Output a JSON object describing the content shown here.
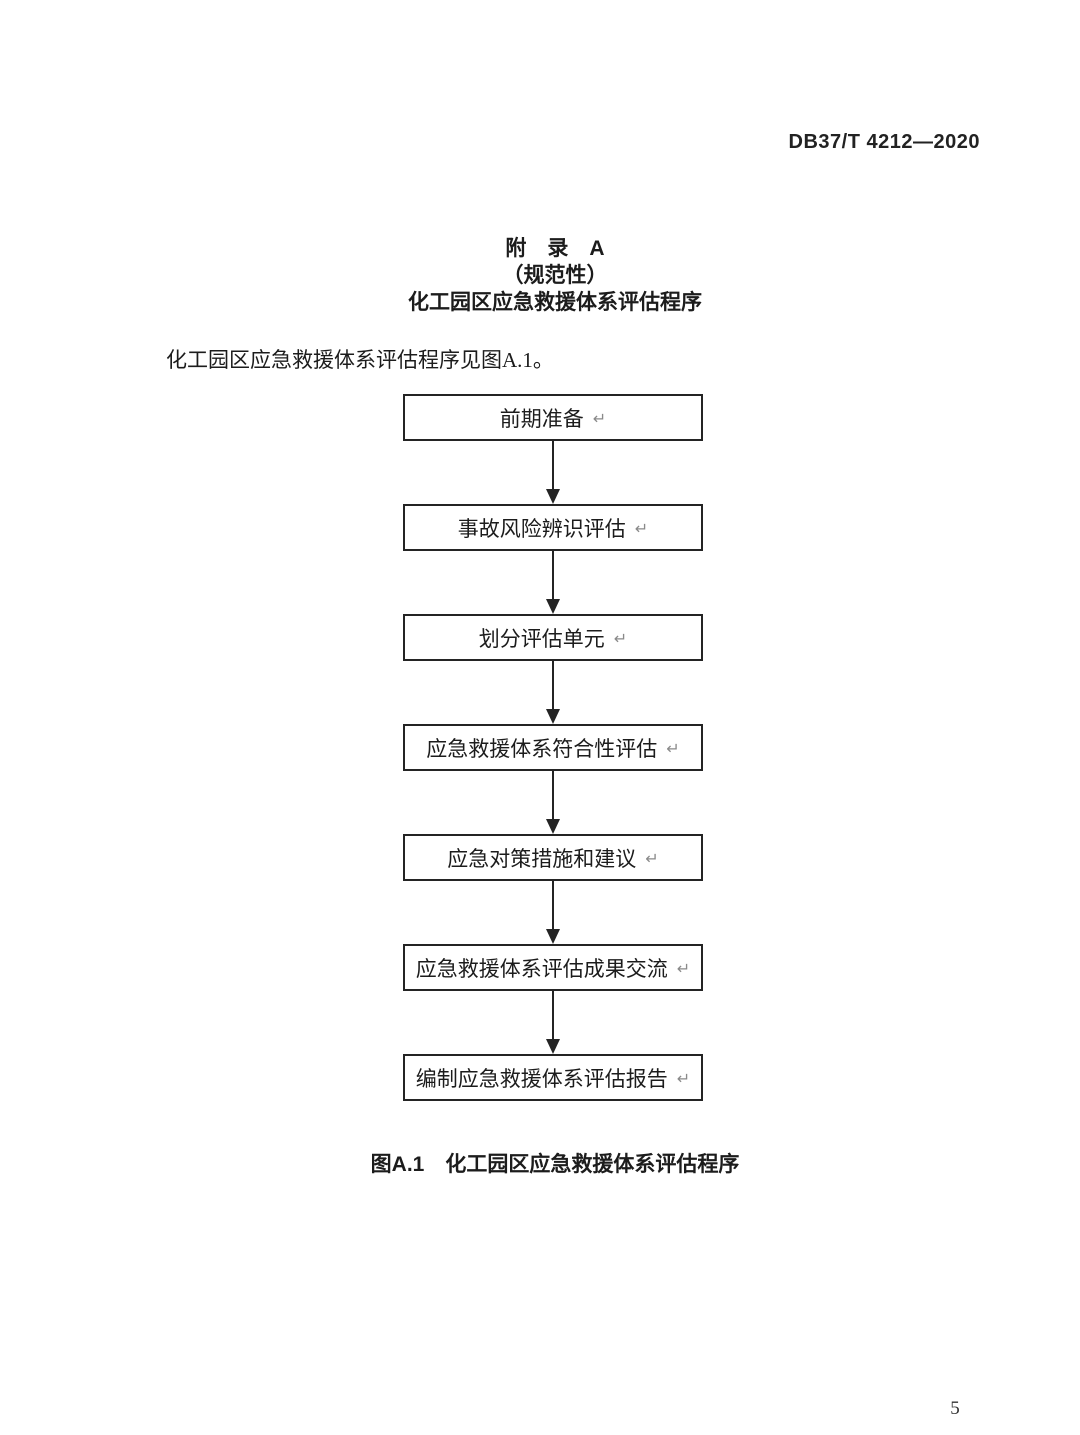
{
  "page": {
    "header": "DB37/T 4212—2020",
    "page_number": "5",
    "background": "#ffffff",
    "text_color": "#1c1c1c",
    "box_border_color": "#242424",
    "return_mark_color": "#8a8a8a"
  },
  "appendix": {
    "title_line1": "附　录　A",
    "title_line2": "（规范性）",
    "title_line3": "化工园区应急救援体系评估程序",
    "intro": "化工园区应急救援体系评估程序见图A.1。"
  },
  "flowchart": {
    "type": "vertical-flowchart",
    "return_mark": "↵",
    "steps": [
      "前期准备",
      "事故风险辨识评估",
      "划分评估单元",
      "应急救援体系符合性评估",
      "应急对策措施和建议",
      "应急救援体系评估成果交流",
      "编制应急救援体系评估报告"
    ],
    "caption": "图A.1　化工园区应急救援体系评估程序"
  }
}
